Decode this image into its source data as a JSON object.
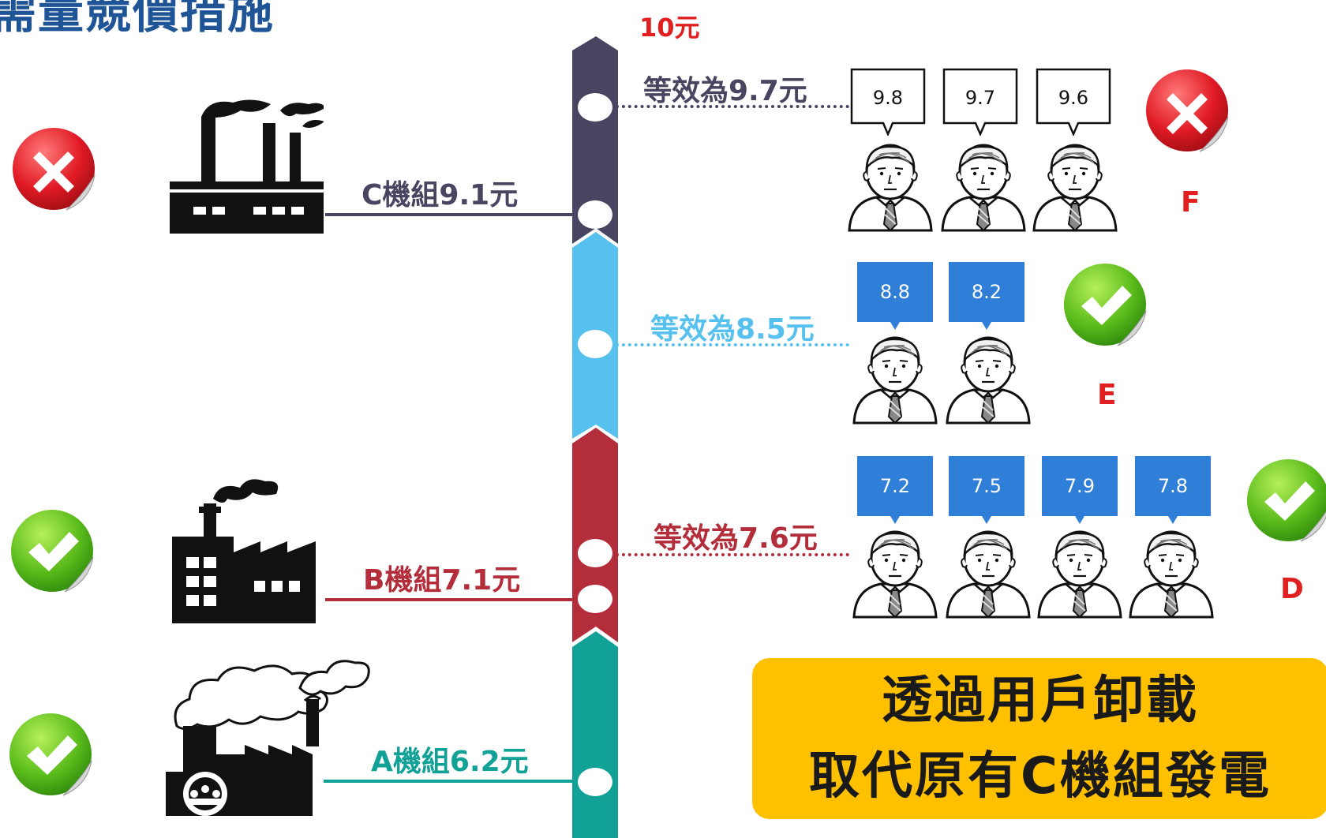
{
  "title": "需量競價措施",
  "top_price": "10元",
  "units": {
    "c": "C機組9.1元",
    "b": "B機組7.1元",
    "a": "A機組6.2元"
  },
  "equivalents": {
    "f": "等效為9.7元",
    "e": "等效為8.5元",
    "d": "等效為7.6元"
  },
  "groups": {
    "f": {
      "letter": "F",
      "bids": [
        "9.8",
        "9.7",
        "9.6"
      ]
    },
    "e": {
      "letter": "E",
      "bids": [
        "8.8",
        "8.2"
      ]
    },
    "d": {
      "letter": "D",
      "bids": [
        "7.2",
        "7.5",
        "7.9",
        "7.8"
      ]
    }
  },
  "summary": {
    "line1": "透過用戶卸載",
    "line2": "取代原有C機組發電"
  },
  "colors": {
    "band_c": "#474560",
    "band_e": "#56c0ef",
    "band_b": "#b32d3b",
    "band_a": "#12a197",
    "title": "#1f5597",
    "highlight": "#ffc000",
    "red_text": "#e02020",
    "bid_blue": "#2f7ed8"
  },
  "icons": [
    "reject-badge-icon",
    "approve-badge-icon",
    "factory-icon",
    "person-icon"
  ]
}
